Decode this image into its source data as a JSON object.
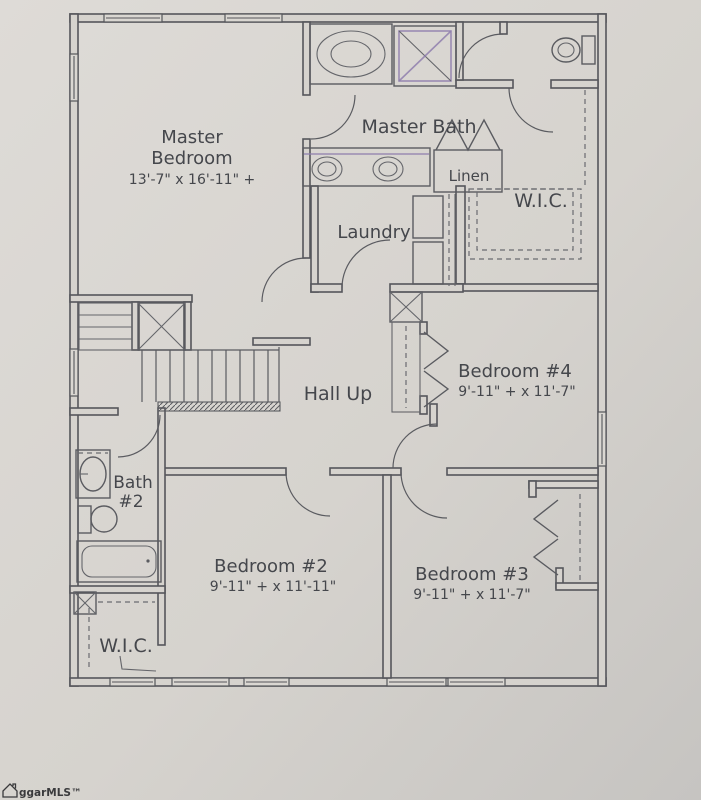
{
  "plan": {
    "rooms": {
      "master_bedroom": {
        "line1": "Master",
        "line2": "Bedroom",
        "dims": "13'-7\" x 16'-11\" +"
      },
      "master_bath": {
        "label": "Master Bath"
      },
      "linen": {
        "label": "Linen"
      },
      "wic_upper": {
        "label": "W.I.C."
      },
      "laundry": {
        "label": "Laundry"
      },
      "hall": {
        "label": "Hall Up"
      },
      "bedroom4": {
        "label": "Bedroom #4",
        "dims": "9'-11\" + x 11'-7\""
      },
      "bath2": {
        "line1": "Bath",
        "line2": "#2"
      },
      "bedroom2": {
        "label": "Bedroom #2",
        "dims": "9'-11\" + x 11'-11\""
      },
      "bedroom3": {
        "label": "Bedroom #3",
        "dims": "9'-11\" + x 11'-7\""
      },
      "wic_lower": {
        "label": "W.I.C."
      }
    },
    "fixtures": {
      "master_bath": [
        "garden-tub",
        "shower",
        "double-vanity-sinks",
        "toilet"
      ],
      "bath2": [
        "vanity-sink",
        "toilet",
        "bathtub"
      ],
      "laundry": [
        "washer",
        "dryer"
      ]
    },
    "watermark": {
      "text": "ggarMLS™"
    },
    "colors": {
      "paper": "#d6d3ce",
      "wall_line": "#55565b",
      "accent_purple": "#8f7fae",
      "text": "#45474c"
    }
  }
}
